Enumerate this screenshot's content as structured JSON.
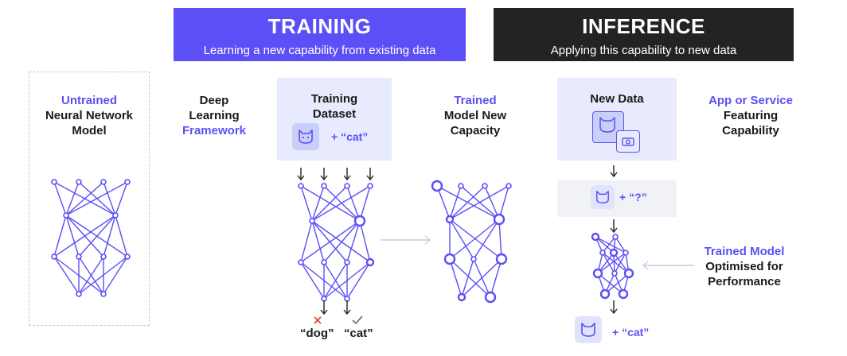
{
  "training": {
    "title": "TRAINING",
    "subtitle": "Learning a new capability from existing data"
  },
  "inference": {
    "title": "INFERENCE",
    "subtitle": "Applying this capability to new data"
  },
  "untrained": {
    "line1": "Untrained",
    "line2": "Neural Network",
    "line3": "Model"
  },
  "framework": {
    "line1": "Deep",
    "line2": "Learning",
    "line3": "Framework"
  },
  "dataset": {
    "line1": "Training",
    "line2": "Dataset",
    "caption": "+ “cat”"
  },
  "trained": {
    "line1": "Trained",
    "line2": "Model New",
    "line3": "Capacity"
  },
  "new_data": {
    "title": "New Data"
  },
  "query": {
    "caption": "+ “?”"
  },
  "app": {
    "line1": "App or Service",
    "line2": "Featuring",
    "line3": "Capability"
  },
  "optimised": {
    "line1": "Trained Model",
    "line2": "Optimised for",
    "line3": "Performance"
  },
  "outputs": {
    "dog": "“dog”",
    "cat": "“cat”",
    "result": "+ “cat”"
  },
  "colors": {
    "accent": "#5b4ff5",
    "dark": "#232323",
    "panel": "#e7ebfd",
    "error": "#e0453a"
  }
}
